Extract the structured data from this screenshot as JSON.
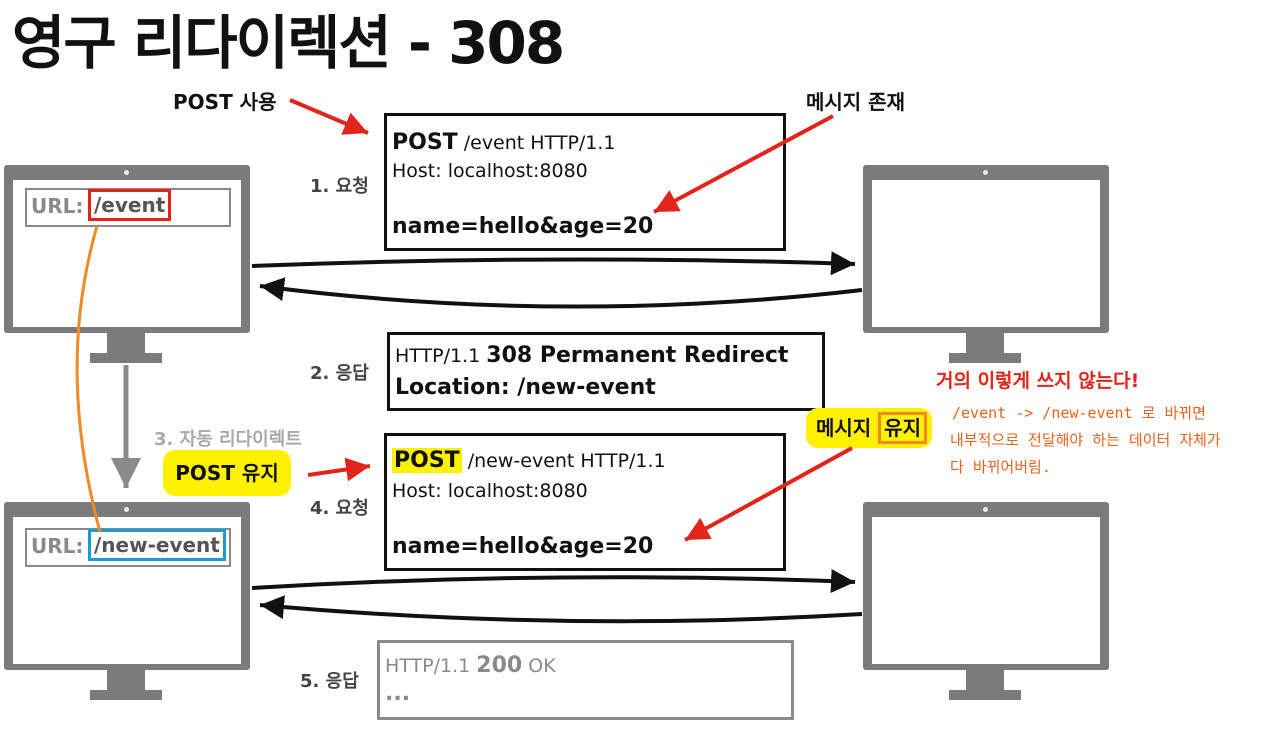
{
  "title": "영구 리다이렉션 - 308",
  "steps": {
    "request1": "1. 요청",
    "response2": "2. 응답",
    "auto_redirect": "3. 자동 리다이렉트",
    "request4": "4. 요청",
    "response5": "5. 응답"
  },
  "client_top": {
    "url_label": "URL:",
    "url_value": "/event"
  },
  "client_bottom": {
    "url_label": "URL:",
    "url_value": "/new-event"
  },
  "request1": {
    "method": "POST",
    "line1_rest": " /event HTTP/1.1",
    "host": "Host: localhost:8080",
    "body": "name=hello&age=20"
  },
  "response2": {
    "prefix": "HTTP/1.1 ",
    "status": "308 Permanent Redirect",
    "location": "Location: /new-event"
  },
  "request4": {
    "method": "POST",
    "line1_rest": " /new-event HTTP/1.1",
    "host": "Host: localhost:8080",
    "body": "name=hello&age=20"
  },
  "response5": {
    "prefix": "HTTP/1.1 ",
    "code": "200",
    "ok": " OK",
    "ellipsis": "..."
  },
  "labels": {
    "post_use": "POST 사용",
    "message_exists": "메시지 존재",
    "post_keep": "POST 유지",
    "message_keep_prefix": "메시지 ",
    "message_keep_word": "유지"
  },
  "notes": {
    "rarely_used": "거의 이렇게 쓰지 않는다!",
    "orange_line1": "/event -> /new-event 로 바뀌면",
    "orange_line2": "내부적으로 전달해야 하는 데이터 자체가",
    "orange_line3": "다 바뀌어버림."
  },
  "colors": {
    "red": "#e1251b",
    "blue": "#1a9bd7",
    "orange": "#f08a24",
    "highlight": "#fff200",
    "monitor": "#7b7b7b"
  }
}
